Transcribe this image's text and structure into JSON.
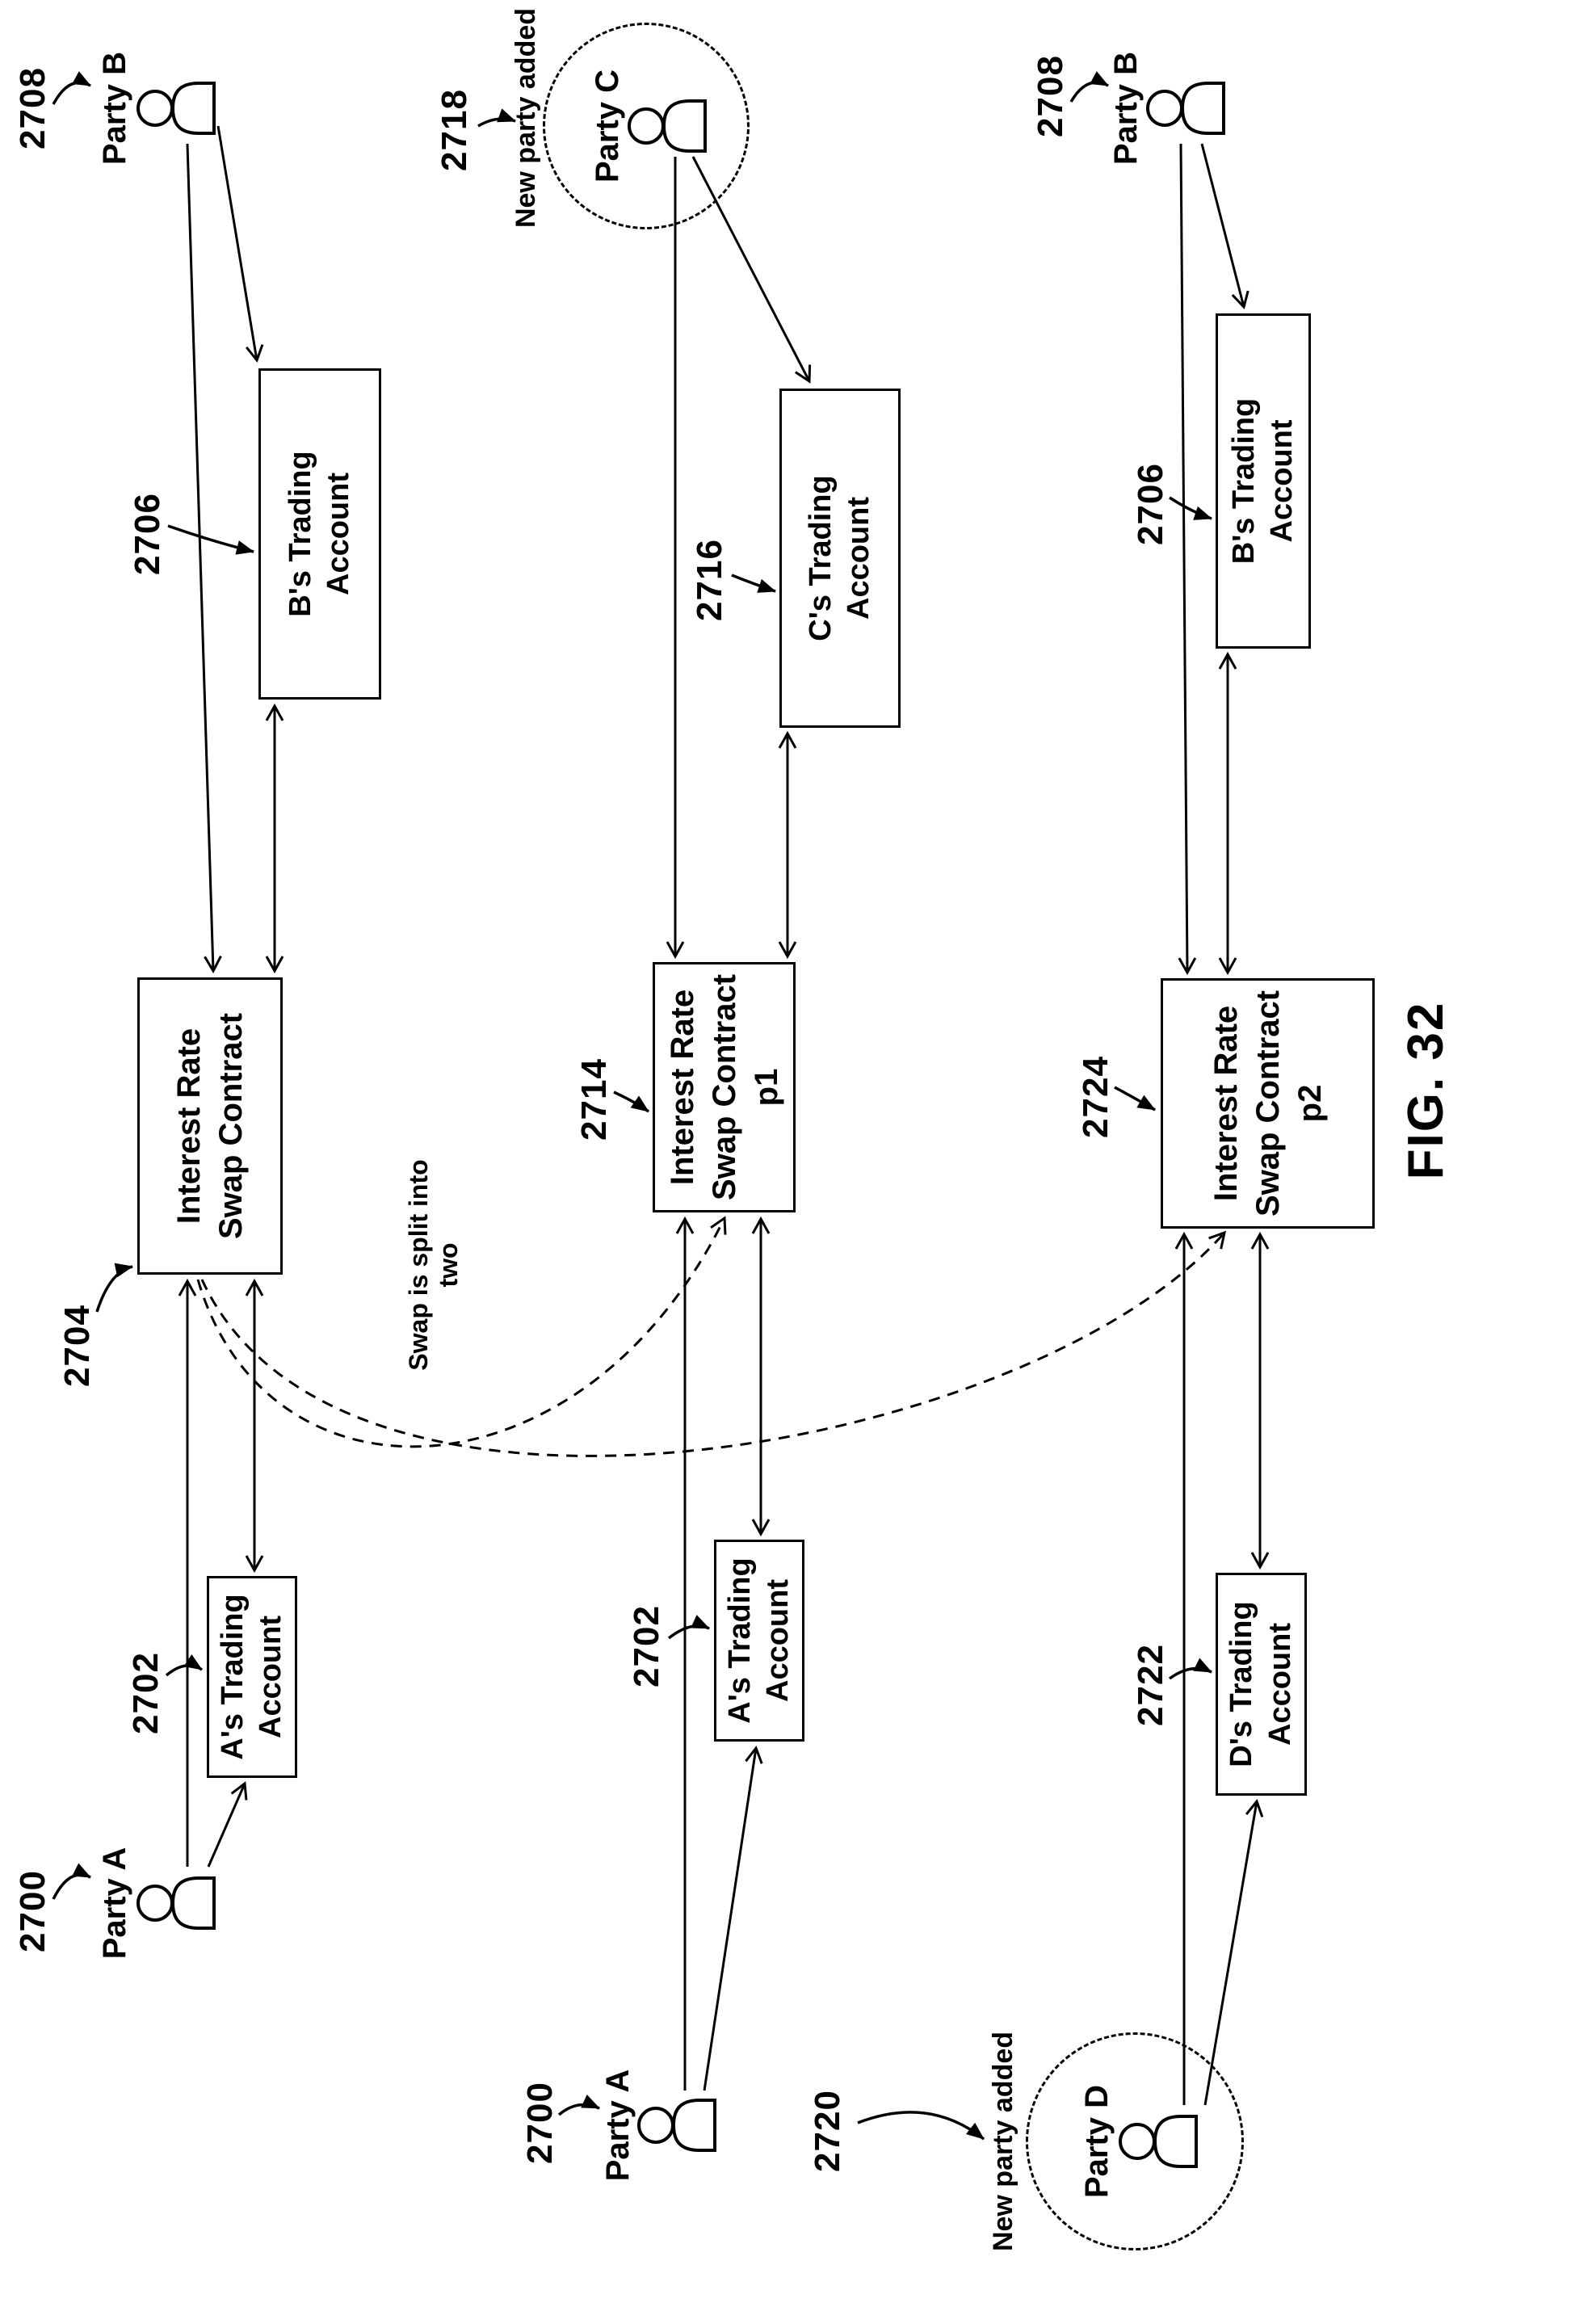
{
  "figure_label": "FIG. 32",
  "annotations": {
    "swap_split": "Swap is split into two",
    "new_party_added": "New party added"
  },
  "rows": [
    {
      "party_left": {
        "ref": "2700",
        "label": "Party A"
      },
      "account_left": {
        "ref": "2702",
        "line1": "A's Trading",
        "line2": "Account"
      },
      "contract": {
        "ref": "2704",
        "line1": "Interest Rate",
        "line2": "Swap Contract"
      },
      "account_right": {
        "ref": "2706",
        "line1": "B's Trading",
        "line2": "Account"
      },
      "party_right": {
        "ref": "2708",
        "label": "Party B"
      }
    },
    {
      "party_left": {
        "ref": "2700",
        "label": "Party A"
      },
      "account_left": {
        "ref": "2702",
        "line1": "A's Trading",
        "line2": "Account"
      },
      "contract": {
        "ref": "2714",
        "line1": "Interest Rate",
        "line2": "Swap Contract",
        "line3": "p1"
      },
      "account_right": {
        "ref": "2716",
        "line1": "C's Trading",
        "line2": "Account"
      },
      "party_right": {
        "ref": "2718",
        "label": "Party C"
      }
    },
    {
      "party_left": {
        "ref": "2720",
        "label": "Party D"
      },
      "account_left": {
        "ref": "2722",
        "line1": "D's Trading",
        "line2": "Account"
      },
      "contract": {
        "ref": "2724",
        "line1": "Interest Rate",
        "line2": "Swap Contract",
        "line3": "p2"
      },
      "account_right": {
        "ref": "2706",
        "line1": "B's Trading",
        "line2": "Account"
      },
      "party_right": {
        "ref": "2708",
        "label": "Party B"
      }
    }
  ]
}
